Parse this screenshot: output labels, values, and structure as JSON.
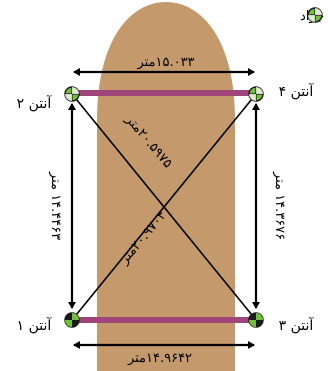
{
  "legend": {
    "label": "آنتن های جواد",
    "icon": "antenna-icon"
  },
  "antennas": [
    {
      "id": "1",
      "label": "آنتن ۱"
    },
    {
      "id": "2",
      "label": "آنتن ۲"
    },
    {
      "id": "3",
      "label": "آنتن ۳"
    },
    {
      "id": "4",
      "label": "آنتن ۴"
    }
  ],
  "distances": {
    "top": "۱۵.۰۳۳متر",
    "bottom": "۱۴.۹۶۴۲متر",
    "left": "۱۴.۴۴۶۳ متر",
    "right": "۱۴.۳۶۷۶ متر",
    "diagonal_2_3": "۲۰.۵۹۷۵متر",
    "diagonal_1_4": "۲۰.۹۷۰۴متر"
  },
  "colors": {
    "field": "#c49a6c",
    "bar": "#a0457a",
    "antenna_green": "#6fbf3a",
    "antenna_dark": "#1a1a1a",
    "line": "#000000"
  }
}
